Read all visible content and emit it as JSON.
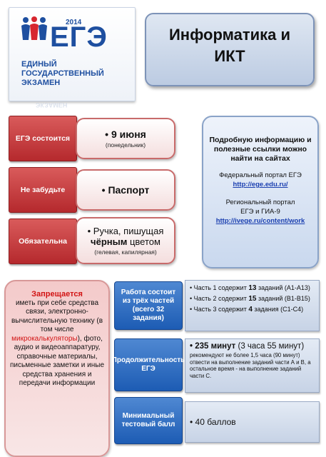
{
  "logo": {
    "year": "2014",
    "name": "ЕГЭ",
    "line1": "ЕДИНЫЙ",
    "line2": "ГОСУДАРСТВЕННЫЙ",
    "line3": "ЭКЗАМЕН",
    "mirror": "ЭКЗАМЕН",
    "colors": {
      "blue": "#1e4fa0",
      "red": "#d7262f"
    }
  },
  "title": {
    "line1": "Информатика и",
    "line2": "ИКТ"
  },
  "rows": [
    {
      "label": "ЕГЭ состоится",
      "main": "• 9 июня",
      "sub": "(понедельник)"
    },
    {
      "label": "Не забудьте",
      "main": "• Паспорт"
    },
    {
      "label": "Обязательна",
      "main_a": "• Ручка, пишущая",
      "main_b_bold": "чёрным",
      "main_b_rest": " цветом",
      "sub": "(гелевая, капилярная)"
    }
  ],
  "info": {
    "heading": "Подробную информацию и полезные ссылки можно найти на сайтах",
    "portal1_label": "Федеральный портал ЕГЭ",
    "portal1_link": "http://ege.edu.ru/",
    "portal2_label_a": "Региональный портал",
    "portal2_label_b": "ЕГЭ и ГИА-9",
    "portal2_link": "http://ivege.ru/content/work"
  },
  "forbidden": {
    "heading": "Запрещается",
    "text_a": "иметь при себе средства связи, электронно-вычислительную технику (в том числе",
    "text_red": "микрокалькуляторы",
    "text_b": "), фото, аудио и видеоаппаратуру, справочные материалы, письменные заметки и иные средства хранения и передачи информации"
  },
  "structure": {
    "label_a": "Работа состоит из трёх частей",
    "label_b": "(всего 32 задания)",
    "items": [
      {
        "pre": "• Часть 1 содержит ",
        "num": "13",
        "post": " заданий (А1-А13)"
      },
      {
        "pre": "• Часть 2 содержит ",
        "num": "15",
        "post": " заданий (В1-В15)"
      },
      {
        "pre": "• Часть 3 содержит ",
        "num": "4",
        "post": " задания (С1-С4)"
      }
    ]
  },
  "duration": {
    "label_a": "Продолжительность",
    "label_b": "ЕГЭ",
    "main_bold": "• 235 минут",
    "main_rest": " (3 часа 55 минут)",
    "note": "рекомендуют не более 1,5 часа (90 минут) отвести на выполнение заданий части А и В, а остальное время - на выполнение заданий части С."
  },
  "score": {
    "label": "Минимальный тестовый балл",
    "value": "• 40 баллов"
  }
}
